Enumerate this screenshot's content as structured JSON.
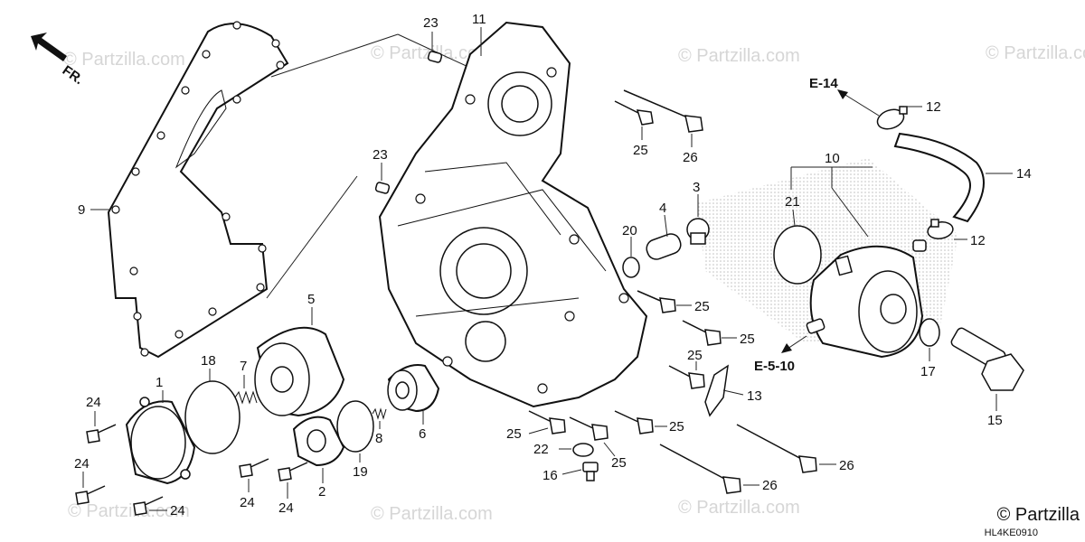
{
  "direction_label": "FR.",
  "watermark_text": "© Partzilla.com",
  "copyright": "© Partzilla",
  "diagram_code": "HL4KE0910",
  "references": [
    "E-14",
    "E-5-10"
  ],
  "part_numbers": [
    "1",
    "2",
    "3",
    "4",
    "5",
    "6",
    "7",
    "8",
    "9",
    "10",
    "11",
    "12",
    "13",
    "14",
    "15",
    "16",
    "17",
    "18",
    "19",
    "20",
    "21",
    "22",
    "23",
    "24",
    "25",
    "26"
  ],
  "colors": {
    "line": "#111111",
    "watermark": "#d6d6d6",
    "shading": "#c8c8c8"
  }
}
